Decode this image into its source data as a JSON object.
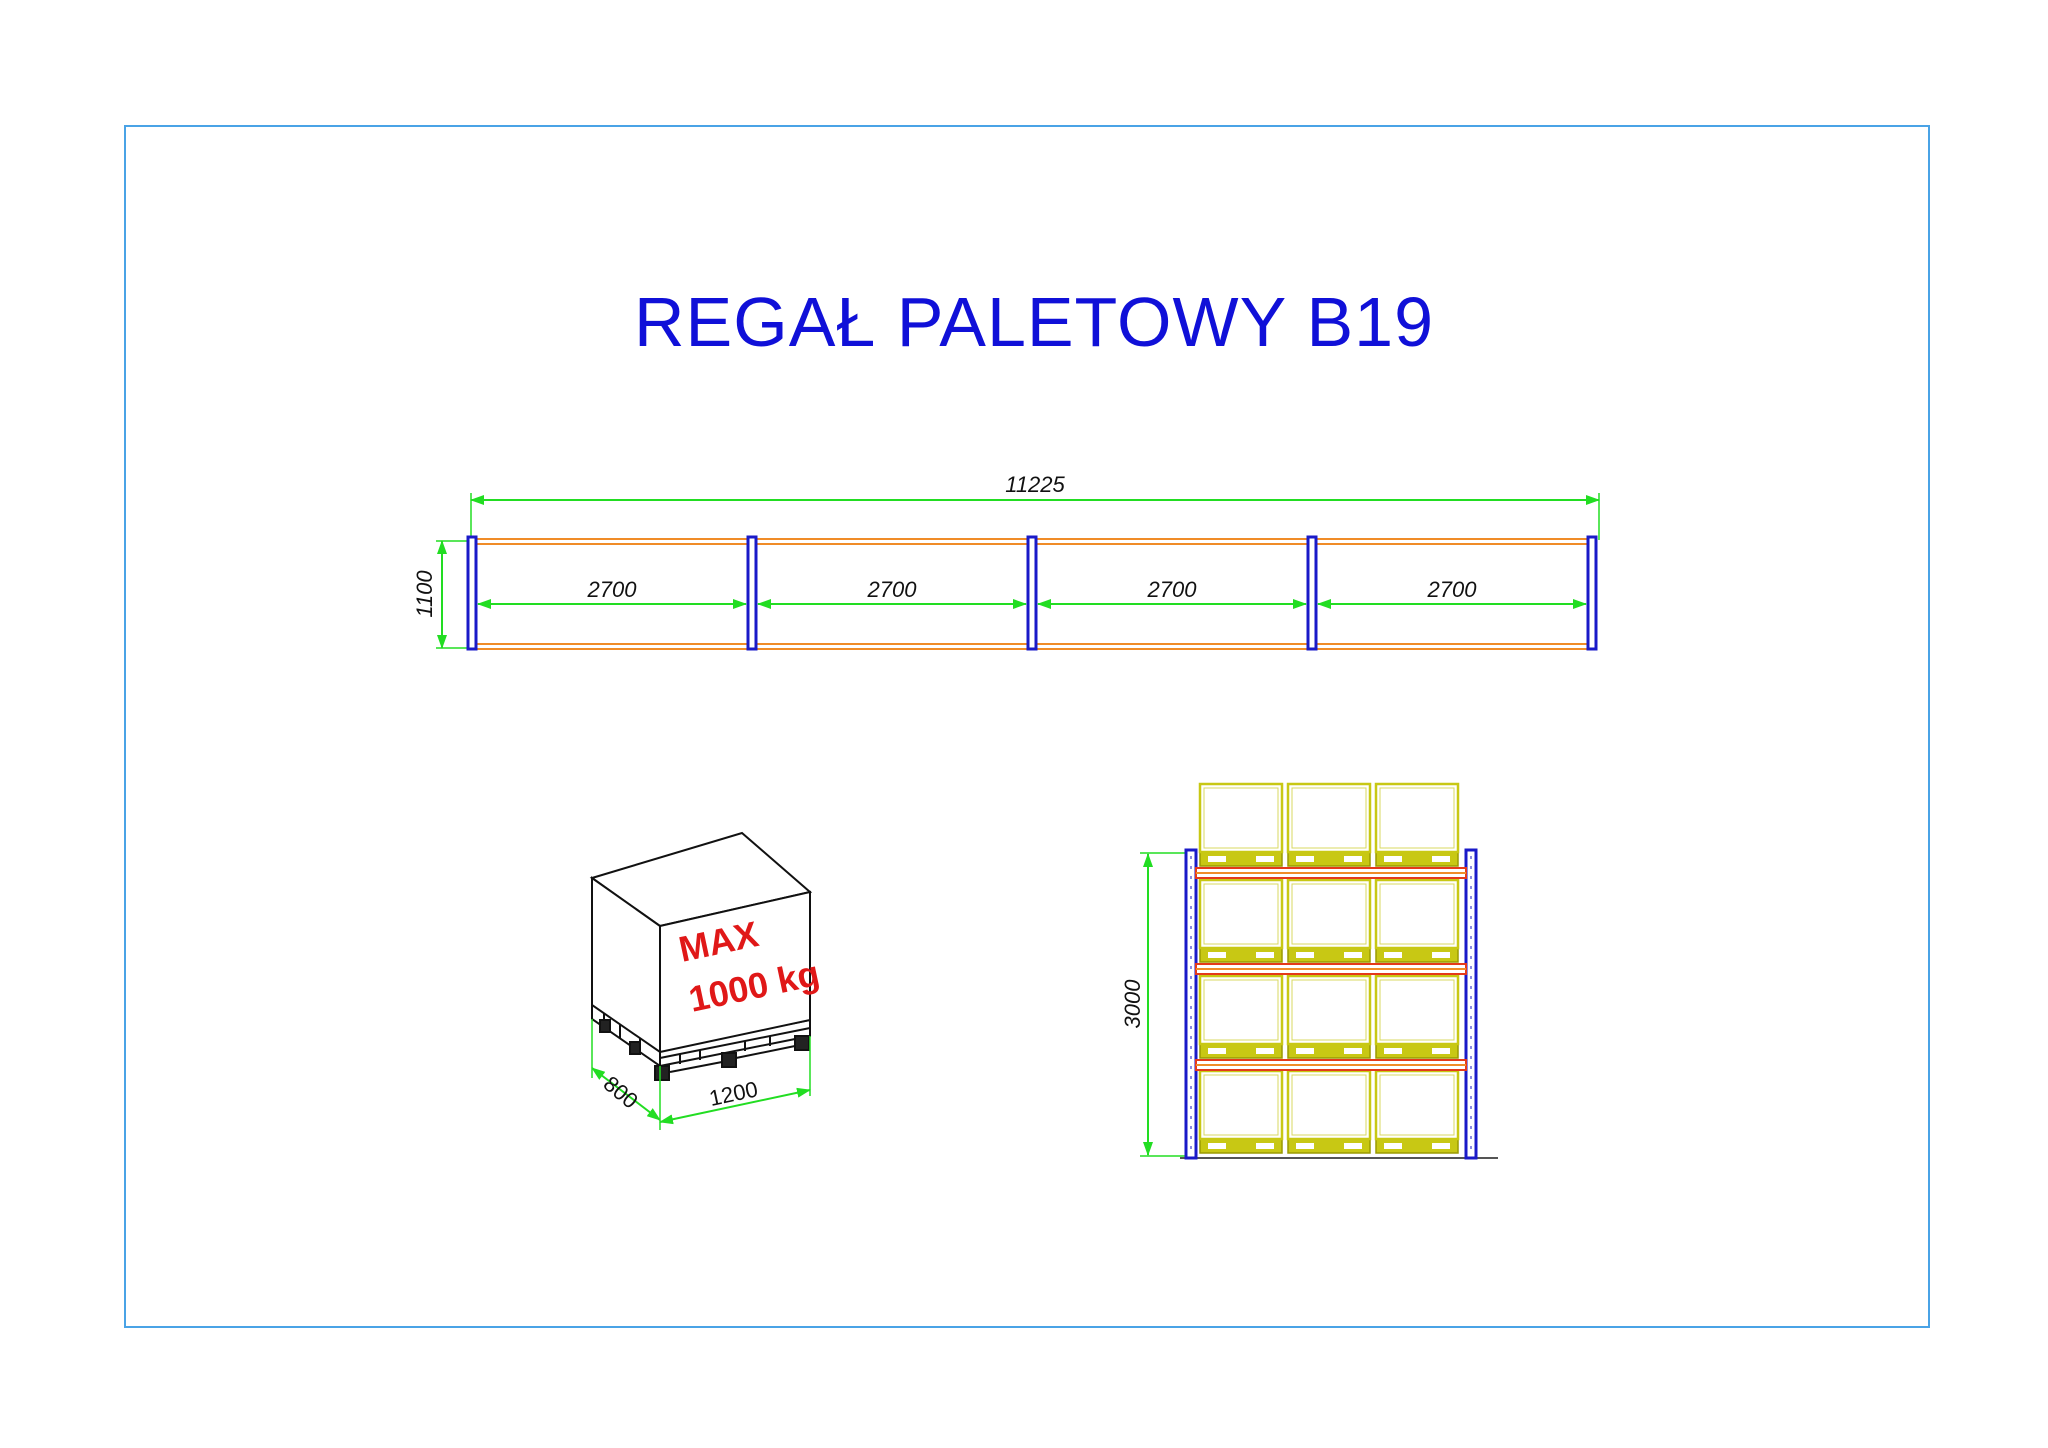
{
  "title": "REGAŁ PALETOWY B19",
  "plan": {
    "total_length": "11225",
    "depth": "1100",
    "bays": [
      "2700",
      "2700",
      "2700",
      "2700"
    ]
  },
  "pallet": {
    "max_line1": "MAX",
    "max_line2": "1000 kg",
    "width": "1200",
    "depth": "800"
  },
  "elevation": {
    "height": "3000",
    "levels": 4,
    "pallets_per_level": 3
  },
  "colors": {
    "title": "#1010d8",
    "upright": "#1a1ac8",
    "beam": "#f08c28",
    "dimension": "#22dd22",
    "box": "#c8c814",
    "frame": "#4aa3e6",
    "max_text": "#e01818"
  }
}
